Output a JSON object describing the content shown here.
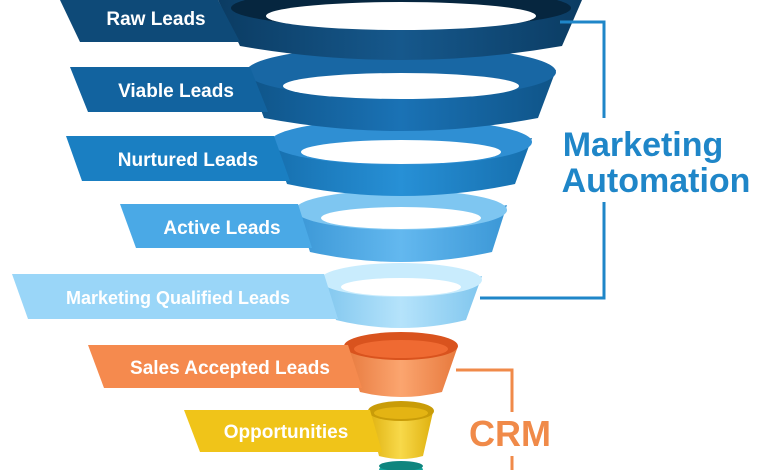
{
  "stages": [
    {
      "label": "Raw Leads",
      "group": "marketing_automation"
    },
    {
      "label": "Viable Leads",
      "group": "marketing_automation"
    },
    {
      "label": "Nurtured Leads",
      "group": "marketing_automation"
    },
    {
      "label": "Active Leads",
      "group": "marketing_automation"
    },
    {
      "label": "Marketing Qualified Leads",
      "group": "marketing_automation"
    },
    {
      "label": "Sales Accepted Leads",
      "group": "crm"
    },
    {
      "label": "Opportunities",
      "group": "crm"
    }
  ],
  "groups": {
    "marketing_automation": {
      "line1": "Marketing",
      "line2": "Automation",
      "color": "#1f86c8"
    },
    "crm": {
      "label": "CRM",
      "color": "#f08a49"
    }
  },
  "colors": {
    "tier1": "#0e4a78",
    "tier2": "#12639f",
    "tier3": "#1a7fc2",
    "tier4": "#4aa9e6",
    "tier5": "#9ad6f8",
    "tier6": "#f58a4e",
    "tier7": "#f0c419",
    "tier8": "#14a39a"
  }
}
